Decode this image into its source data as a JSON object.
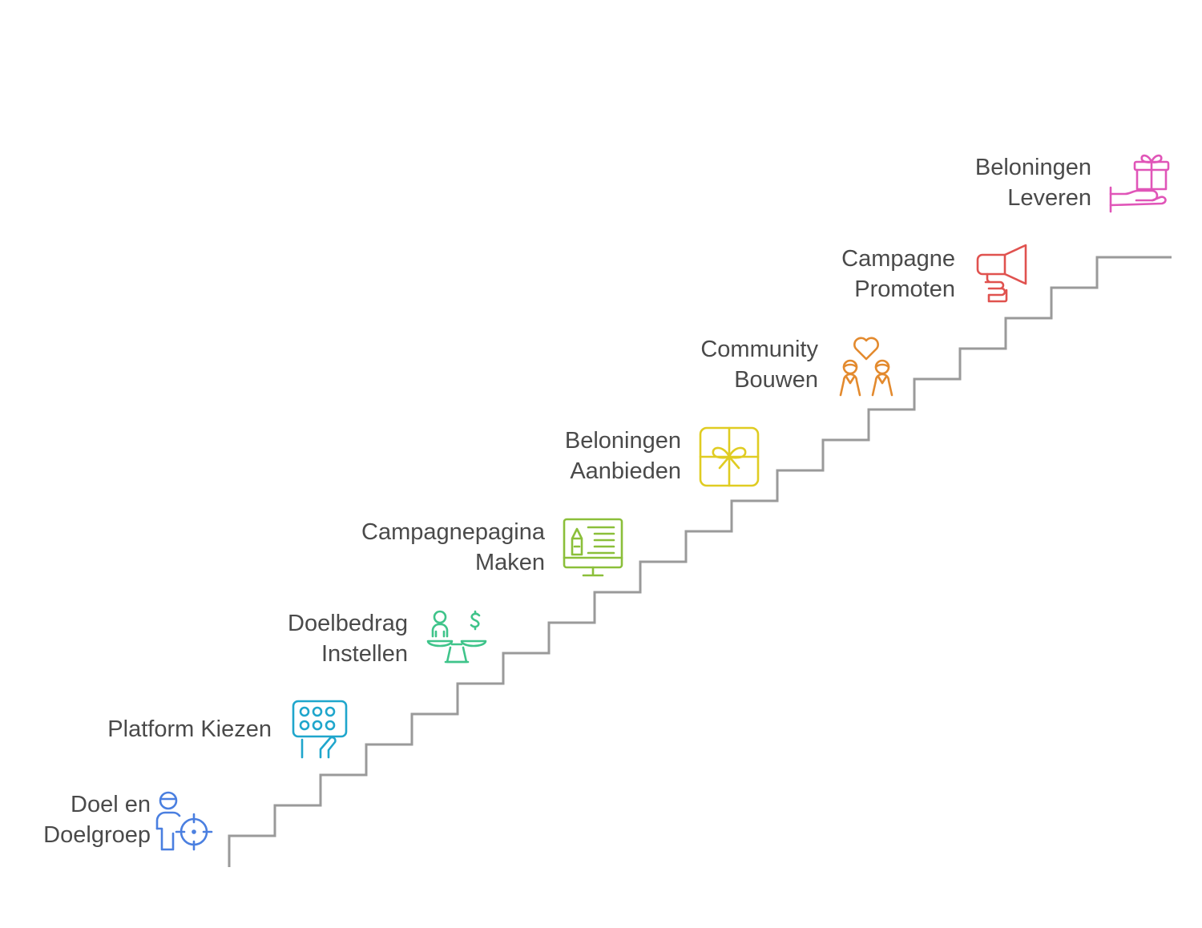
{
  "steps": [
    {
      "line1": "Doel en",
      "line2": "Doelgroep",
      "icon": "person-target-icon",
      "color": "#4a7fe0"
    },
    {
      "line1": "Platform Kiezen",
      "line2": "",
      "icon": "touch-panel-icon",
      "color": "#1fa6cc"
    },
    {
      "line1": "Doelbedrag",
      "line2": "Instellen",
      "icon": "balance-scale-icon",
      "color": "#3fc48a"
    },
    {
      "line1": "Campagnepagina",
      "line2": "Maken",
      "icon": "design-monitor-icon",
      "color": "#8bbf3a"
    },
    {
      "line1": "Beloningen",
      "line2": "Aanbieden",
      "icon": "gift-box-icon",
      "color": "#e0cc22"
    },
    {
      "line1": "Community",
      "line2": "Bouwen",
      "icon": "people-heart-icon",
      "color": "#e38a2e"
    },
    {
      "line1": "Campagne",
      "line2": "Promoten",
      "icon": "megaphone-icon",
      "color": "#e0524f"
    },
    {
      "line1": "Beloningen",
      "line2": "Leveren",
      "icon": "gift-hand-icon",
      "color": "#e055b8"
    }
  ],
  "staircase_color": "#9a9a9a"
}
